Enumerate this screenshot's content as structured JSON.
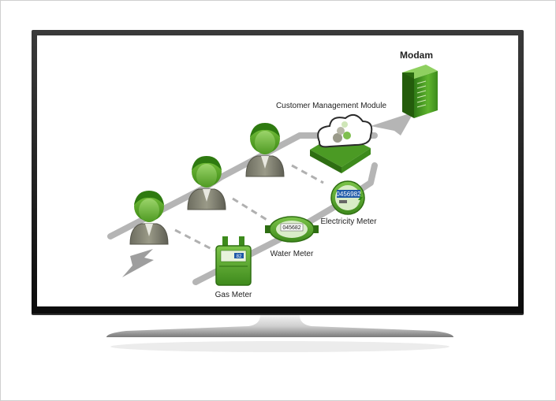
{
  "diagram": {
    "server_label": "Modam",
    "module_label": "Customer Management Module",
    "electricity_label": "Electricity Meter",
    "water_label": "Water Meter",
    "gas_label": "Gas Meter",
    "electricity_reading": "0456982",
    "water_reading": "045682",
    "gas_reading": "82"
  },
  "colors": {
    "accent_green": "#5aa832",
    "dark_green": "#2e6e12",
    "person_gray": "#8a8a7a",
    "flow_gray": "#b5b5b5"
  }
}
